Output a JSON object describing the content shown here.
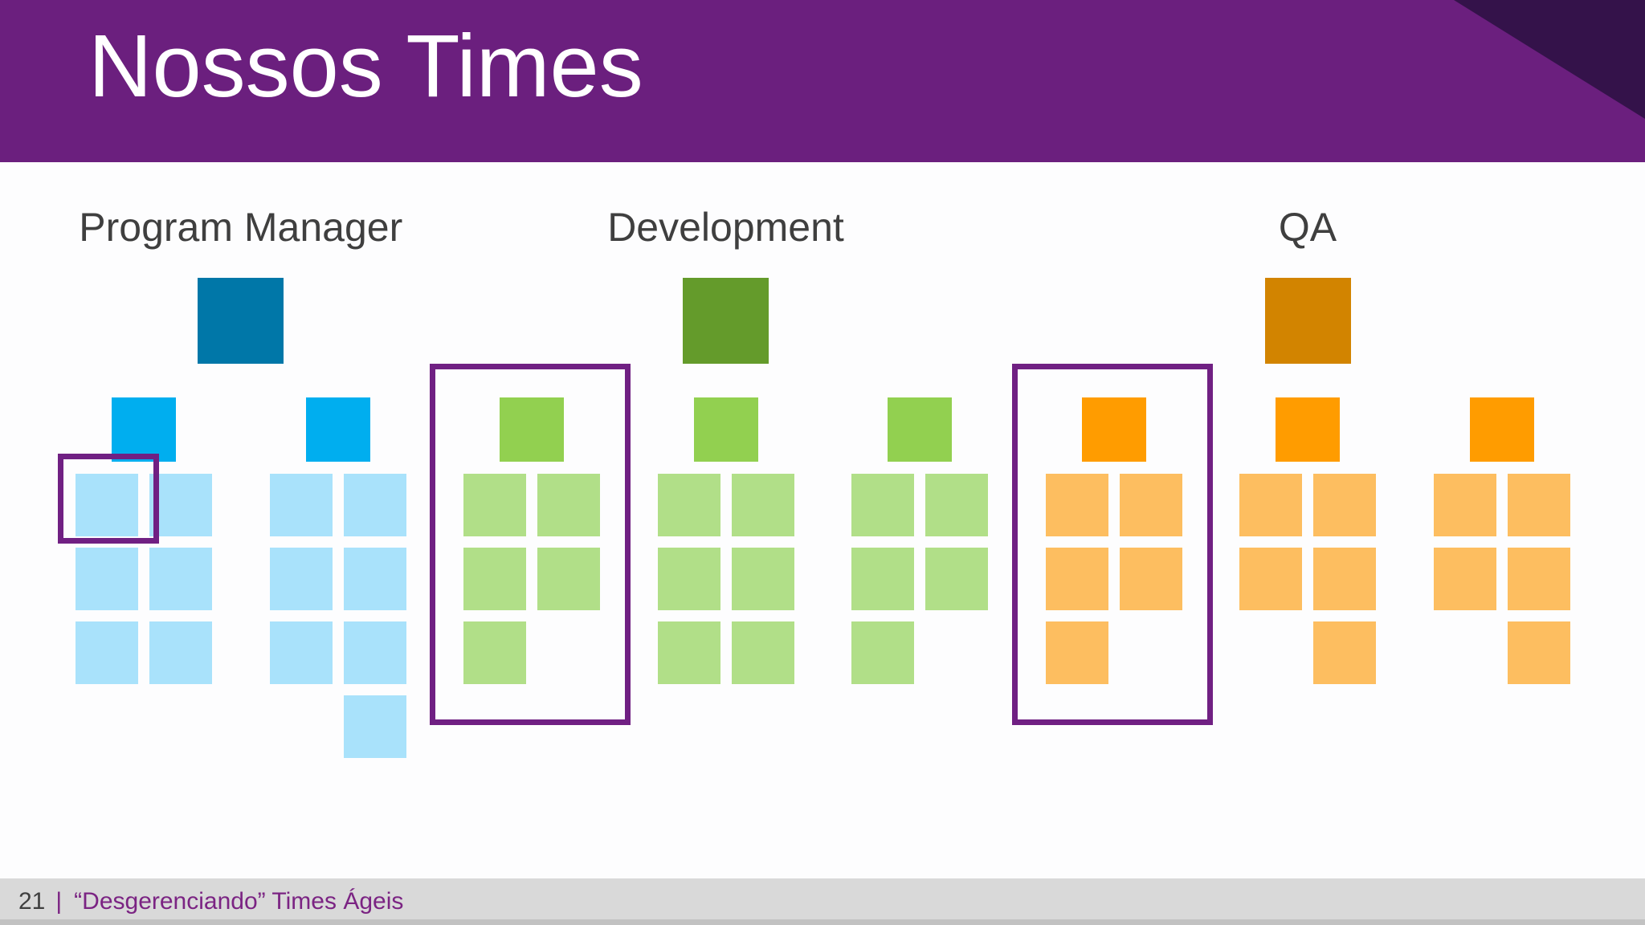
{
  "slide": {
    "title": "Nossos Times",
    "footer": {
      "page_number": "21",
      "separator": "|",
      "text": "“Desgerenciando” Times Ágeis"
    }
  },
  "colors": {
    "header_bg": "#6B1F7E",
    "header_corner": "#34124A",
    "highlight_outline": "#702083",
    "heading_text": "#3F3F3F",
    "footer_bar": "#D9D9D9",
    "footer_text": "#7B2483",
    "footer_page_number": "#3F3F3F",
    "slide_bg": "#FDFDFE"
  },
  "departments": [
    {
      "label": "Program Manager",
      "leader_color": "#0077A8",
      "team_lead_color": "#00AEEF",
      "member_color": "#A9E2FB",
      "teams": [
        {
          "grid": [
            [
              1,
              1
            ],
            [
              1,
              1
            ],
            [
              1,
              1
            ]
          ],
          "member_highlight": {
            "row": 0,
            "col": 0
          }
        },
        {
          "grid": [
            [
              1,
              1
            ],
            [
              1,
              1
            ],
            [
              1,
              1
            ],
            [
              0,
              1
            ]
          ]
        }
      ]
    },
    {
      "label": "Development",
      "leader_color": "#649B2B",
      "team_lead_color": "#92D050",
      "member_color": "#B1DF88",
      "teams": [
        {
          "grid": [
            [
              1,
              1
            ],
            [
              1,
              1
            ],
            [
              1,
              0
            ]
          ],
          "team_highlight": true
        },
        {
          "grid": [
            [
              1,
              1
            ],
            [
              1,
              1
            ],
            [
              1,
              1
            ]
          ]
        },
        {
          "grid": [
            [
              1,
              1
            ],
            [
              1,
              1
            ],
            [
              1,
              0
            ]
          ]
        }
      ]
    },
    {
      "label": "QA",
      "leader_color": "#D28400",
      "team_lead_color": "#FF9C00",
      "member_color": "#FDBE60",
      "teams": [
        {
          "grid": [
            [
              1,
              1
            ],
            [
              1,
              1
            ],
            [
              1,
              0
            ]
          ],
          "team_highlight": true
        },
        {
          "grid": [
            [
              1,
              1
            ],
            [
              1,
              1
            ],
            [
              0,
              1
            ]
          ]
        },
        {
          "grid": [
            [
              1,
              1
            ],
            [
              1,
              1
            ],
            [
              0,
              1
            ]
          ]
        }
      ]
    }
  ]
}
